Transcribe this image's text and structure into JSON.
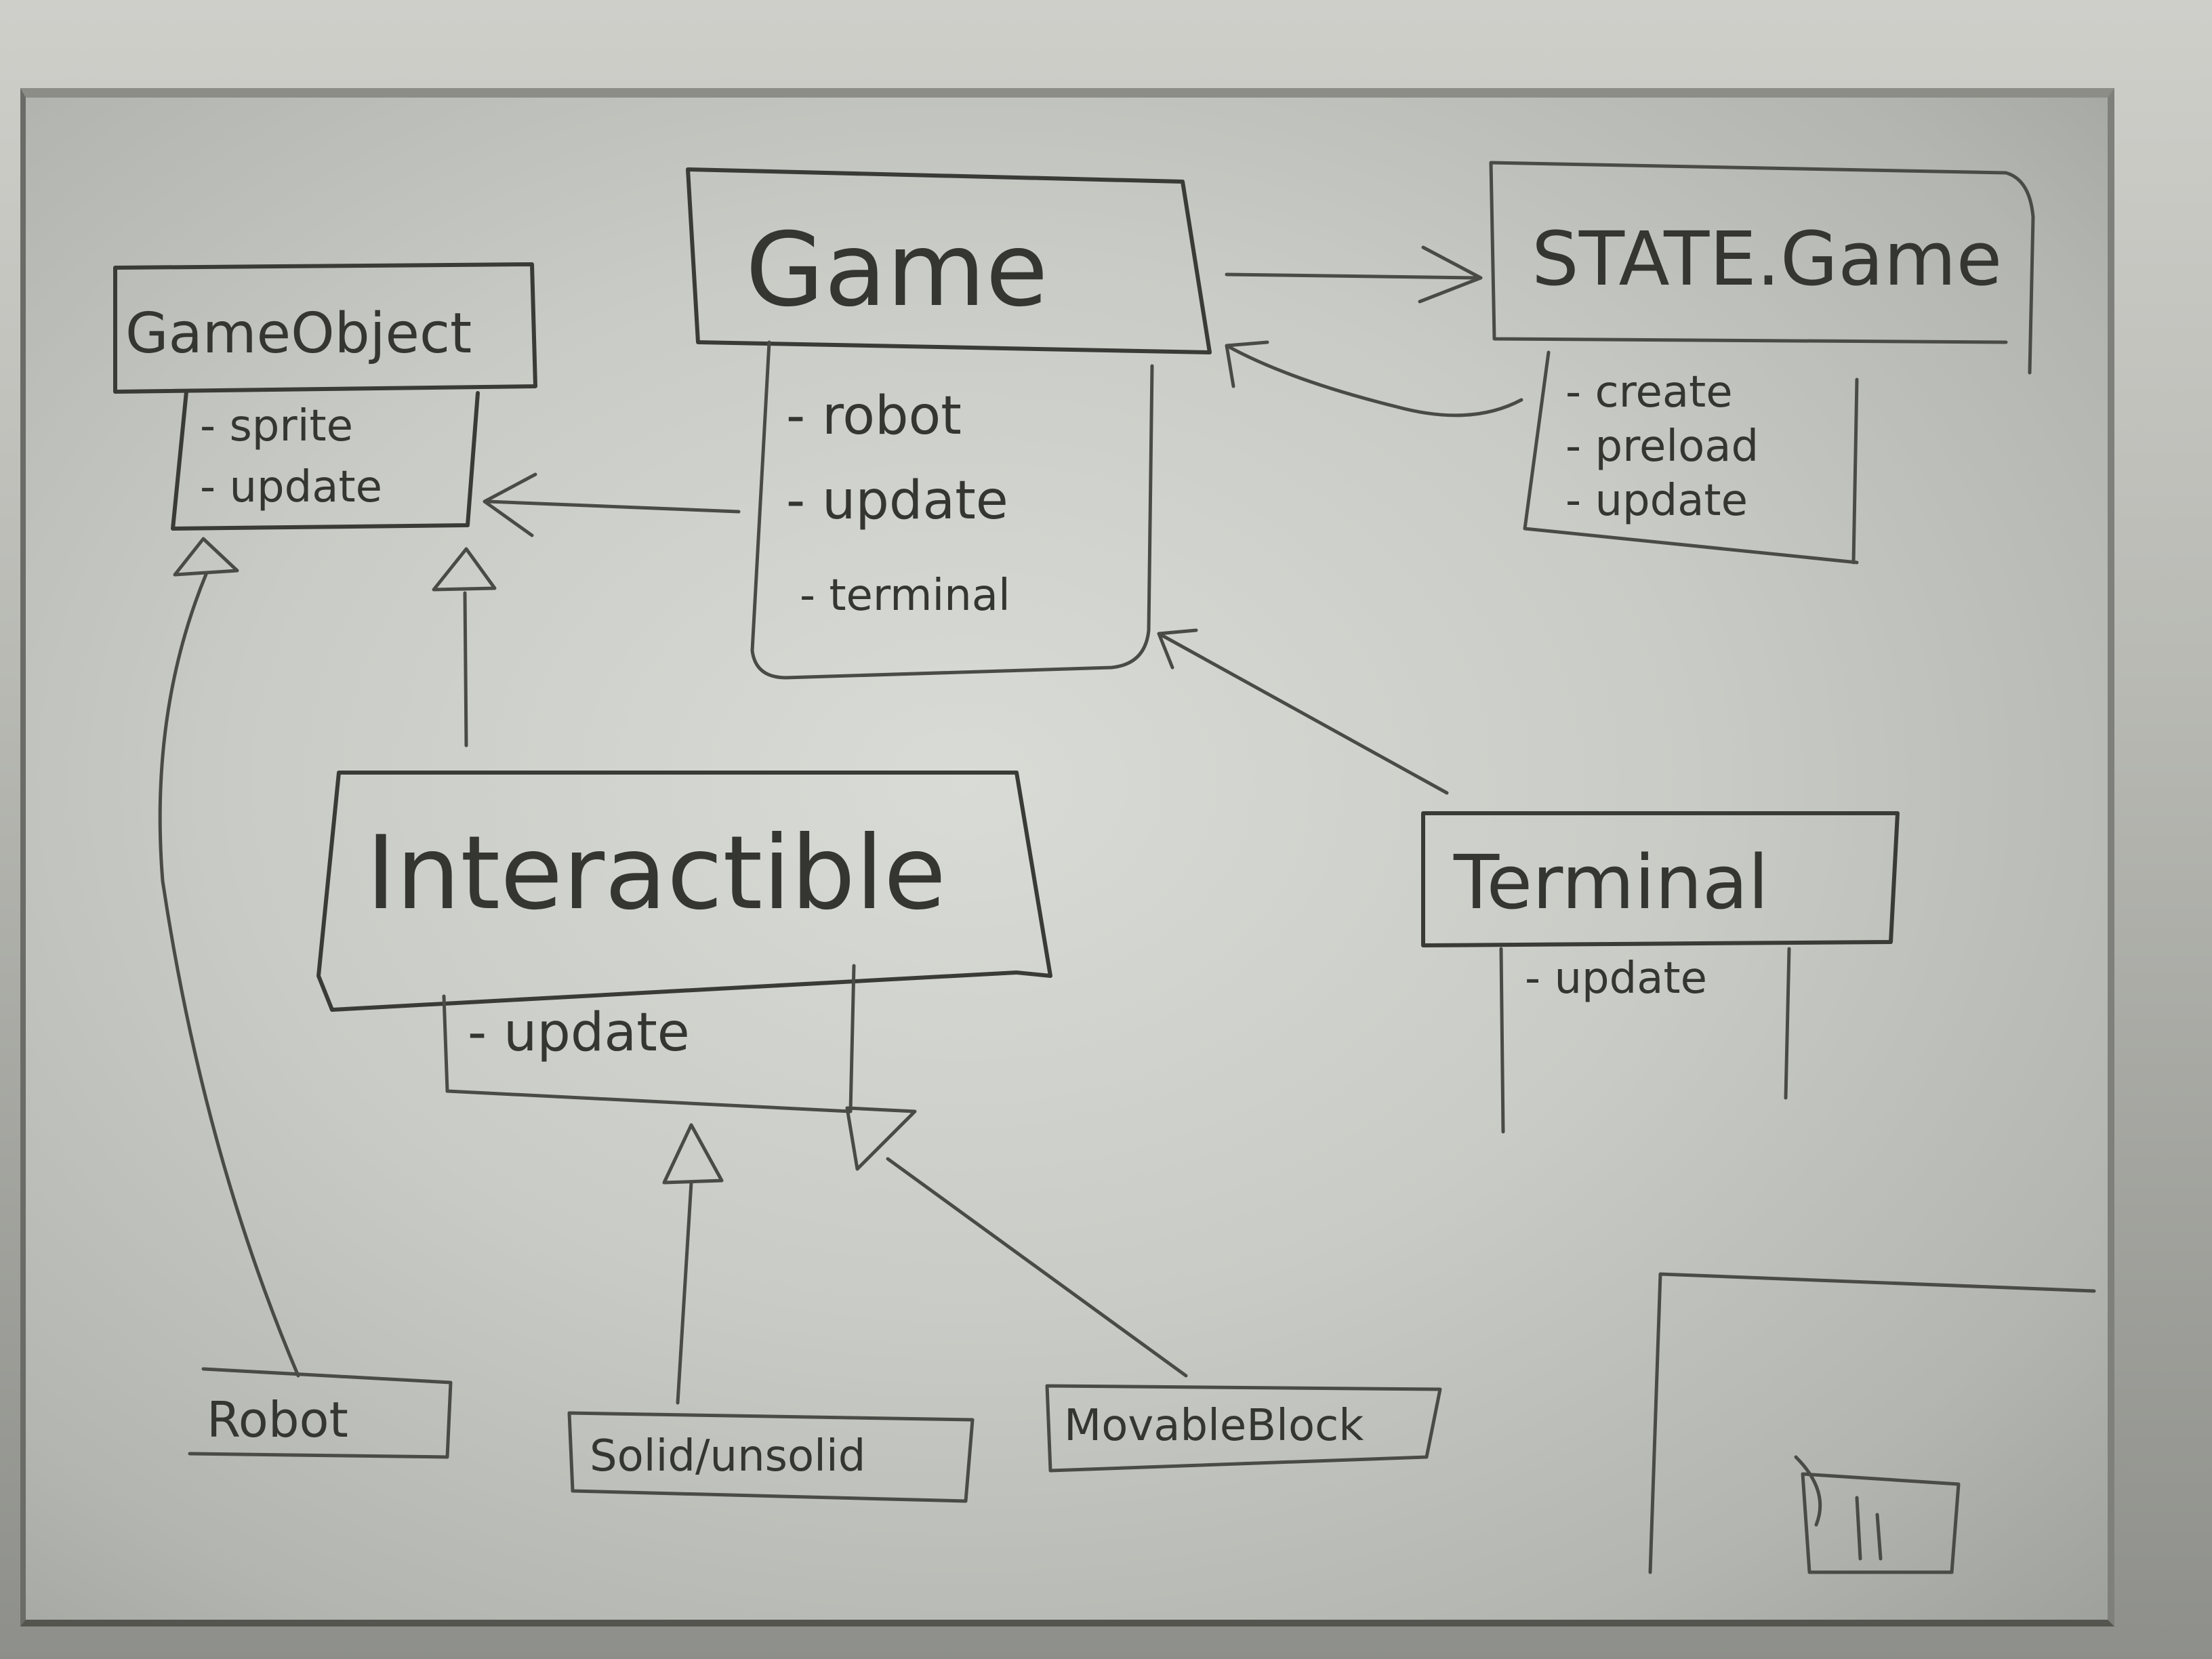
{
  "classes": {
    "game": {
      "name": "Game",
      "members": [
        "- robot",
        "- update",
        "- terminal"
      ]
    },
    "state_game": {
      "name": "STATE.Game",
      "members": [
        "- create",
        "- preload",
        "- update"
      ]
    },
    "game_object": {
      "name": "GameObject",
      "members": [
        "- sprite",
        "- update"
      ]
    },
    "interactible": {
      "name": "Interactible",
      "members": [
        "- update"
      ]
    },
    "terminal": {
      "name": "Terminal",
      "members": [
        "- update"
      ]
    },
    "robot": {
      "name": "Robot"
    },
    "solid": {
      "name": "Solid/unsolid"
    },
    "movable_block": {
      "name": "MovableBlock"
    }
  },
  "colors": {
    "board": "#d9dbd6",
    "ink": "#3a3b37",
    "frame": "#6b6c67"
  }
}
